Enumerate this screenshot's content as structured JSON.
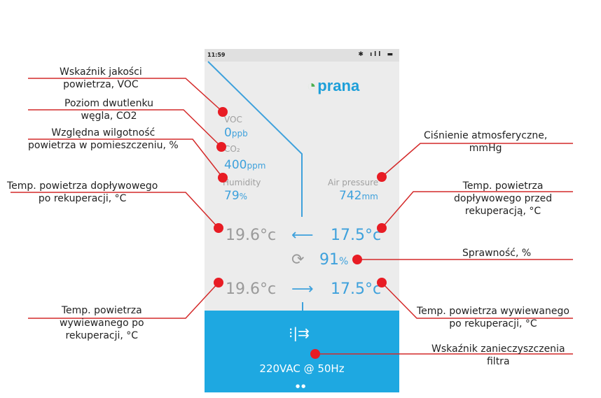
{
  "phone": {
    "status_time": "11:59",
    "status_icons": "✱ ıll ▬",
    "logo_text": "prana",
    "voc": {
      "label": "VOC",
      "value": "0",
      "unit": "ppb"
    },
    "co2": {
      "label": "CO₂",
      "value": "400",
      "unit": "ppm"
    },
    "humidity": {
      "label": "Humidity",
      "value": "79",
      "unit": "%"
    },
    "air_pressure": {
      "label": "Air pressure",
      "value": "742",
      "unit": "mm"
    },
    "supply_after": "19.6°c",
    "supply_before": "17.5°c",
    "arrow_left": "⟵",
    "arrow_right": "⟶",
    "efficiency_icon": "⟳",
    "efficiency": "91",
    "efficiency_unit": "%",
    "exhaust_after": "19.6°c",
    "exhaust_before": "17.5°c",
    "filter_icon": "⁝|⇉",
    "power": "220VAC @ 50Hz",
    "page_dots": "●●"
  },
  "annotations": {
    "voc": [
      "Wskaźnik jakości",
      "powietrza, VOC"
    ],
    "co2": [
      "Poziom dwutlenku",
      "węgla, CO2"
    ],
    "humidity": [
      "Względna wilgotność",
      "powietrza w pomieszczeniu, %"
    ],
    "supply_after": [
      "Temp. powietrza dopływowego",
      "po rekuperacji, °C"
    ],
    "exhaust_after": [
      "Temp. powietrza",
      "wywiewanego po",
      "rekuperacji, °C"
    ],
    "pressure": [
      "Ciśnienie atmosferyczne,",
      "mmHg"
    ],
    "supply_before": [
      "Temp. powietrza",
      "dopływowego przed",
      "rekuperacją, °C"
    ],
    "efficiency": [
      "Sprawność, %"
    ],
    "exhaust_before": [
      "Temp. powietrza wywiewanego",
      "po rekuperacji, °C"
    ],
    "filter": [
      "Wskaźnik zanieczyszczenia",
      "filtra"
    ]
  },
  "colors": {
    "accent": "#1ea8e1",
    "annotation": "#e0202a"
  }
}
